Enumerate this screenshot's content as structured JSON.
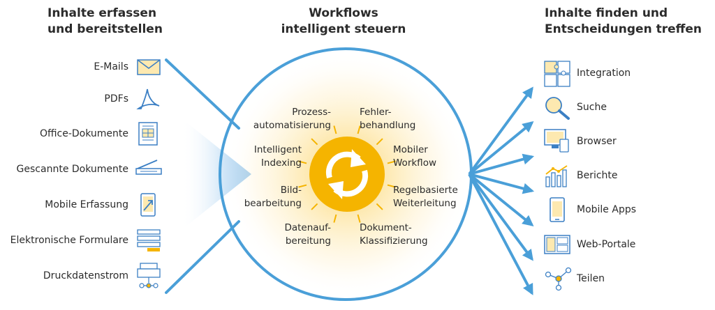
{
  "headings": {
    "left": [
      "Inhalte erfassen",
      "und bereitstellen"
    ],
    "center": [
      "Workflows",
      "intelligent steuern"
    ],
    "right": [
      "Inhalte finden und",
      "Entscheidungen treffen"
    ]
  },
  "inputs": [
    {
      "label": "E-Mails",
      "icon": "envelope-icon"
    },
    {
      "label": "PDFs",
      "icon": "pdf-icon"
    },
    {
      "label": "Office-Dokumente",
      "icon": "office-document-icon"
    },
    {
      "label": "Gescannte Dokumente",
      "icon": "scanner-icon"
    },
    {
      "label": "Mobile Erfassung",
      "icon": "mobile-capture-icon"
    },
    {
      "label": "Elektronische Formulare",
      "icon": "form-icon"
    },
    {
      "label": "Druckdatenstrom",
      "icon": "printer-icon"
    }
  ],
  "workflow": {
    "left": [
      [
        "Prozess-",
        "automatisierung"
      ],
      [
        "Intelligent",
        "Indexing"
      ],
      [
        "Bild-",
        "bearbeitung"
      ],
      [
        "Datenauf-",
        "bereitung"
      ]
    ],
    "right": [
      [
        "Fehler-",
        "behandlung"
      ],
      [
        "Mobiler",
        "Workflow"
      ],
      [
        "Regelbasierte",
        "Weiterleitung"
      ],
      [
        "Dokument-",
        "Klassifizierung"
      ]
    ],
    "center_icon": "refresh-arrows-icon"
  },
  "outputs": [
    {
      "label": "Integration",
      "icon": "puzzle-icon"
    },
    {
      "label": "Suche",
      "icon": "magnifier-icon"
    },
    {
      "label": "Browser",
      "icon": "monitor-icon"
    },
    {
      "label": "Berichte",
      "icon": "bar-chart-icon"
    },
    {
      "label": "Mobile Apps",
      "icon": "smartphone-icon"
    },
    {
      "label": "Web-Portale",
      "icon": "web-portal-icon"
    },
    {
      "label": "Teilen",
      "icon": "share-icon"
    }
  ],
  "colors": {
    "accent_blue": "#4a9fd8",
    "sun_yellow": "#f5b400",
    "text": "#2b2b2b"
  }
}
